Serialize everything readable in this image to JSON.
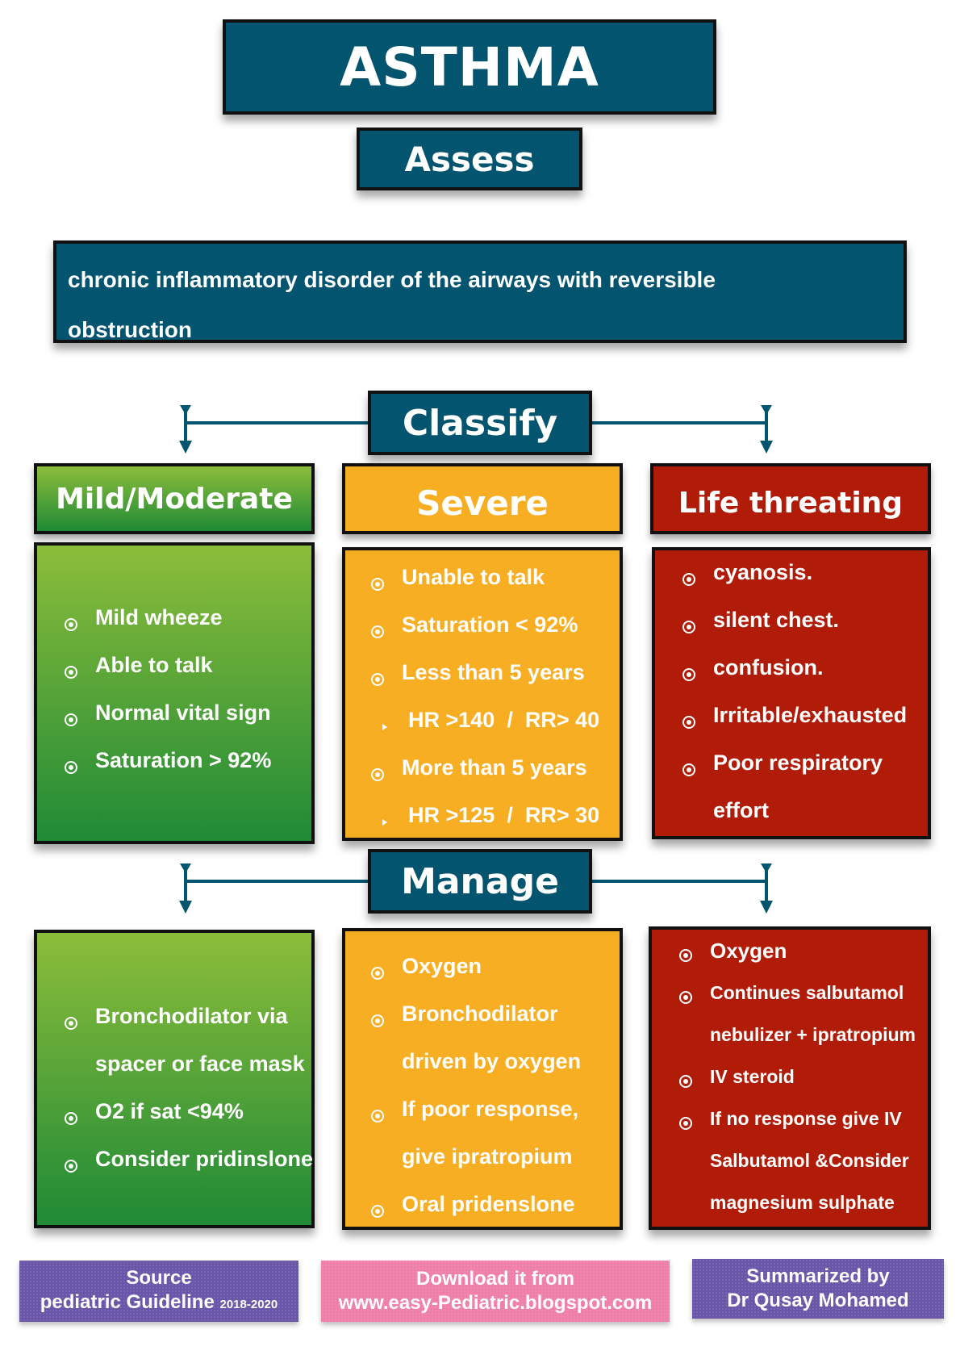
{
  "title": "ASTHMA",
  "assess": {
    "label": "Assess",
    "definition_line1": "chronic inflammatory disorder of the airways with reversible",
    "definition_line2": "obstruction"
  },
  "classify": {
    "label": "Classify",
    "categories": {
      "mild": "Mild/Moderate",
      "severe": "Severe",
      "life": "Life threating"
    },
    "mild_items": [
      "Mild wheeze",
      "Able to talk",
      "Normal vital sign",
      "Saturation > 92%"
    ],
    "severe_items": [
      "Unable to talk",
      "Saturation < 92%",
      "Less than 5 years",
      "HR >140  /  RR> 40",
      "More than 5 years",
      "HR >125  /  RR> 30"
    ],
    "life_items": [
      "cyanosis.",
      "silent chest.",
      "confusion.",
      "Irritable/exhausted",
      "Poor respiratory",
      "effort"
    ]
  },
  "manage": {
    "label": "Manage",
    "mild_items": [
      "Bronchodilator via",
      "spacer or face mask",
      "O2 if sat <94%",
      "Consider pridinslone"
    ],
    "severe_items": [
      "Oxygen",
      "Bronchodilator",
      "driven by oxygen",
      "If poor response,",
      "give ipratropium",
      "Oral pridenslone"
    ],
    "life_items": [
      "Oxygen",
      "Continues salbutamol",
      "nebulizer + ipratropium",
      "IV steroid",
      "If no response give IV",
      "Salbutamol &Consider",
      "magnesium sulphate"
    ]
  },
  "footer": {
    "source_line1": "Source",
    "source_line2": "pediatric Guideline",
    "source_years": "2018-2020",
    "download_line1": "Download it from",
    "download_line2": "www.easy-Pediatric.blogspot.com",
    "summary_line1": "Summarized by",
    "summary_line2": "Dr Qusay Mohamed"
  },
  "colors": {
    "teal": "#03546e",
    "green_top": "#8cbd3a",
    "green_bottom": "#1f8a36",
    "orange": "#f8ae22",
    "red": "#b01c08",
    "purple": "#6a56a8",
    "pink": "#ef7fa8"
  }
}
